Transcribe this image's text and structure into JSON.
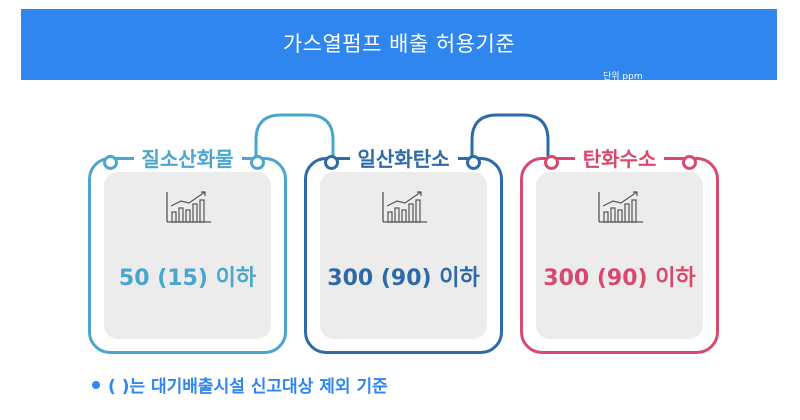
{
  "header": {
    "title": "가스열펌프 배출 허용기준",
    "unit": "단위 ppm"
  },
  "colors": {
    "header_bg": "#2f86ee",
    "card1": "#4aa6cf",
    "card2": "#2d6aa8",
    "card3": "#d9496e",
    "card_inner": "#ececec",
    "footnote": "#2f86ee"
  },
  "cards": [
    {
      "title": "질소산화물",
      "value": "50 (15) 이하",
      "icon": "bar-chart-trend-icon"
    },
    {
      "title": "일산화탄소",
      "value": "300 (90) 이하",
      "icon": "bar-chart-trend-icon"
    },
    {
      "title": "탄화수소",
      "value": "300 (90) 이하",
      "icon": "bar-chart-trend-icon"
    }
  ],
  "footnote": {
    "text": "( )는 대기배출시설 신고대상 제외 기준"
  }
}
